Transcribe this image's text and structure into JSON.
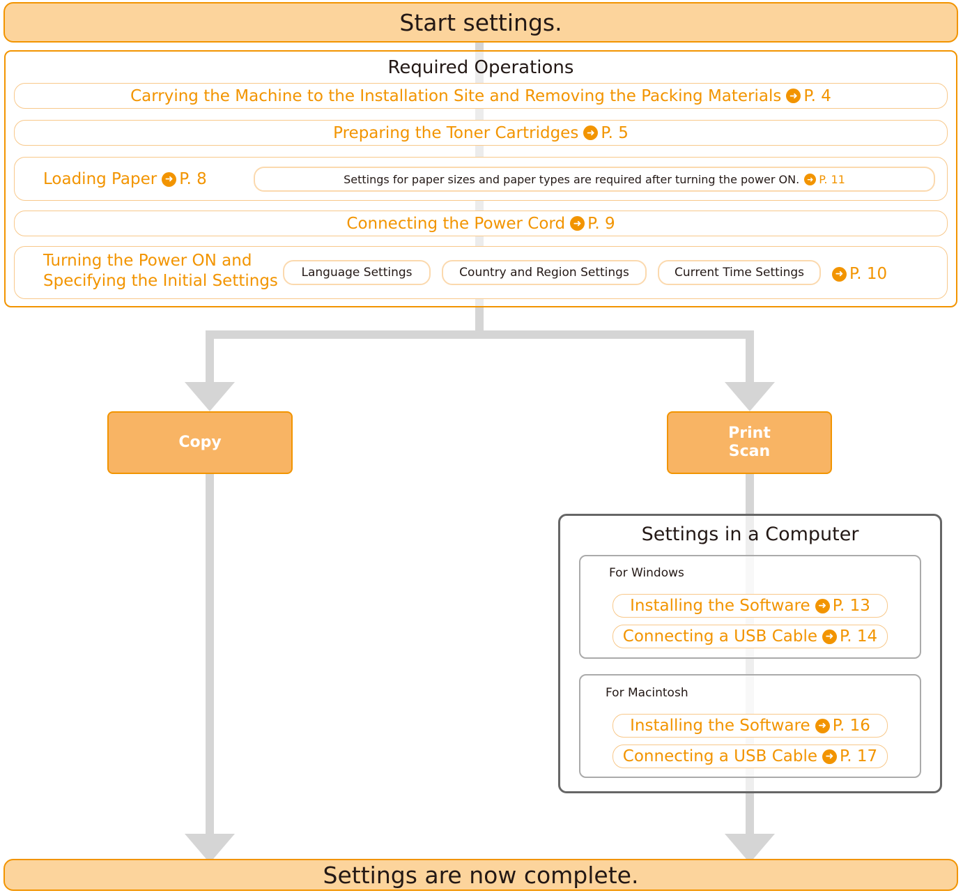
{
  "start_banner": "Start settings.",
  "end_banner": "Settings are now complete.",
  "required": {
    "title": "Required Operations",
    "carrying": {
      "label": "Carrying the Machine to the Installation Site and Removing the Packing Materials",
      "page": "P. 4"
    },
    "toner": {
      "label": "Preparing the Toner Cartridges",
      "page": "P. 5"
    },
    "loading": {
      "label": "Loading Paper",
      "page": "P. 8",
      "note": "Settings for paper sizes and paper types are required after turning the power ON.",
      "note_page": "P. 11"
    },
    "power_cord": {
      "label": "Connecting the Power Cord",
      "page": "P. 9"
    },
    "power_on": {
      "line1": "Turning the Power ON and",
      "line2": "Specifying the Initial Settings",
      "chips": [
        "Language Settings",
        "Country and Region Settings",
        "Current Time Settings"
      ],
      "page": "P. 10"
    }
  },
  "copy_box": {
    "label": "Copy"
  },
  "print_scan_box": {
    "line1": "Print",
    "line2": "Scan"
  },
  "computer": {
    "title": "Settings in a Computer",
    "windows": {
      "title": "For Windows",
      "install": {
        "label": "Installing the Software",
        "page": "P. 13"
      },
      "usb": {
        "label": "Connecting a USB Cable",
        "page": "P. 14"
      }
    },
    "mac": {
      "title": "For Macintosh",
      "install": {
        "label": "Installing the Software",
        "page": "P. 16"
      },
      "usb": {
        "label": "Connecting a USB Cable",
        "page": "P. 17"
      }
    }
  },
  "colors": {
    "accent": "#f29400",
    "banner_fill": "#fcd49c",
    "action_fill": "#f8b464",
    "connector": "#d5d5d5",
    "computer_border": "#666666"
  },
  "icons": {
    "page_ref": "arrow-circle-right-icon"
  }
}
